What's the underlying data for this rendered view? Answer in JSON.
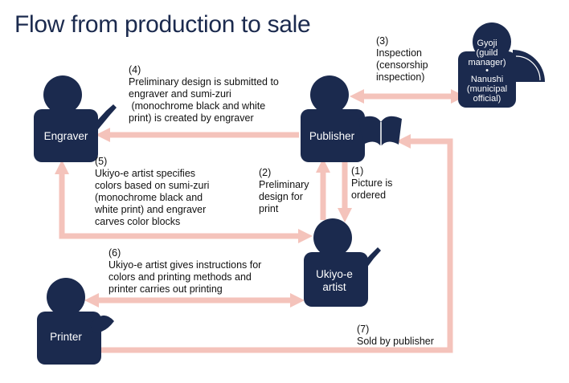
{
  "title": "Flow from production to sale",
  "actors": {
    "engraver": "Engraver",
    "publisher": "Publisher",
    "artist_line1": "Ukiyo-e",
    "artist_line2": "artist",
    "printer": "Printer",
    "gyoji_line1": "Gyoji",
    "gyoji_line2": "(guild",
    "gyoji_line3": "manager)",
    "bullet": "•",
    "nanushi_line1": "Nanushi",
    "nanushi_line2": "(municipal",
    "nanushi_line3": "official)"
  },
  "steps": {
    "s1": "(1)\nPicture is\nordered",
    "s2": "(2)\nPreliminary\ndesign for\nprint",
    "s3": "(3)\nInspection\n(censorship\ninspection)",
    "s4": "(4)\nPreliminary design is submitted to\nengraver and sumi-zuri\n (monochrome black and white\nprint) is created by engraver",
    "s5": "(5)\nUkiyo-e artist specifies\ncolors based on sumi-zuri\n(monochrome black and\nwhite print) and engraver\ncarves color blocks",
    "s6": "(6)\nUkiyo-e artist gives instructions for\ncolors and printing methods and\nprinter carries out printing",
    "s7": "(7)\nSold by publisher"
  },
  "colors": {
    "navy": "#1b2a4e",
    "arrow": "#f4c3bb"
  }
}
